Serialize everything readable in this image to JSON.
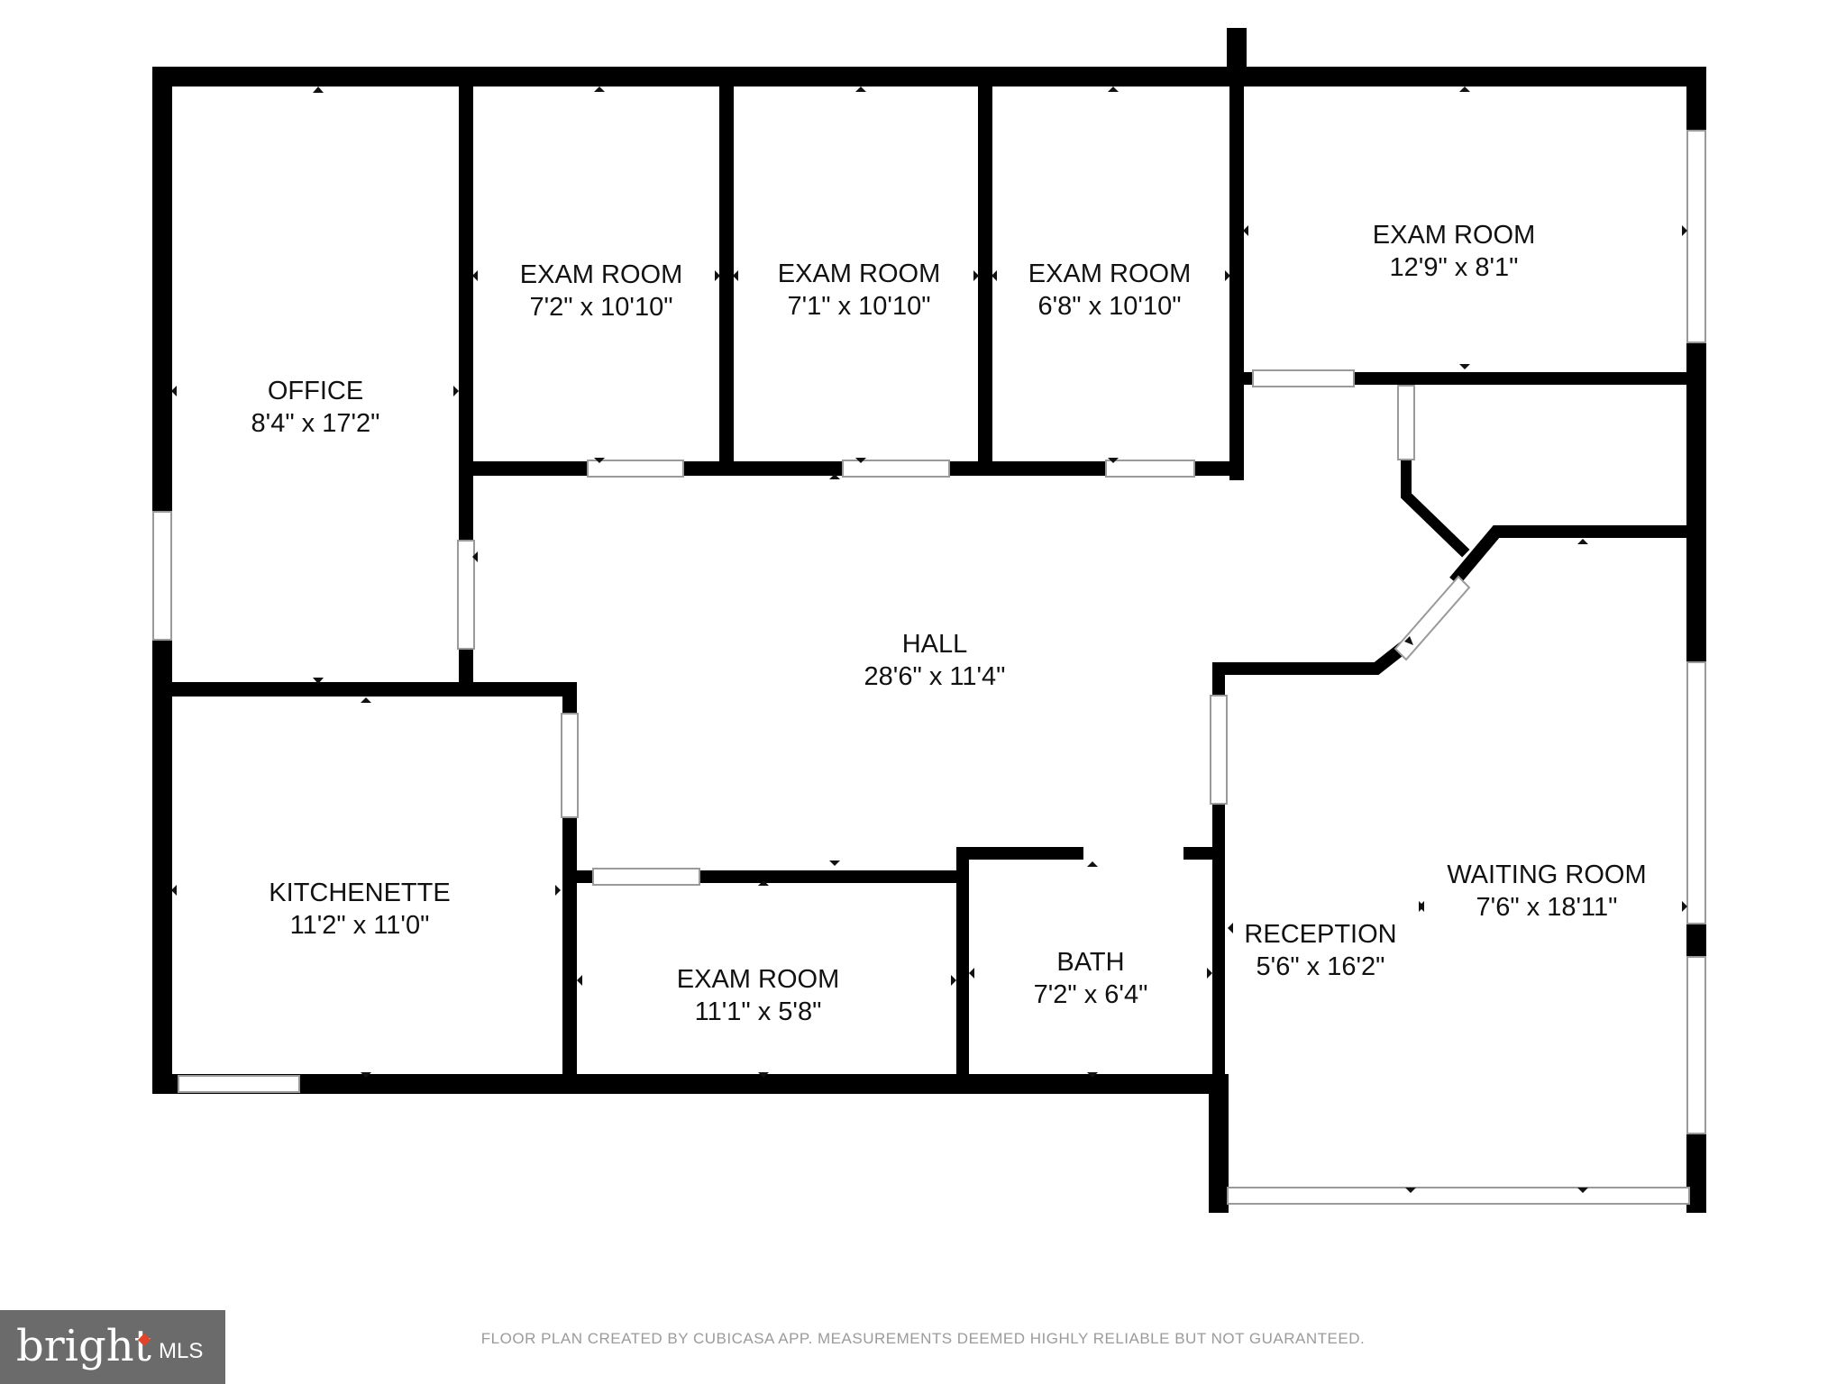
{
  "rooms": {
    "office": {
      "name": "OFFICE",
      "size": "8'4\" x 17'2\""
    },
    "exam1": {
      "name": "EXAM ROOM",
      "size": "7'2\" x 10'10\""
    },
    "exam2": {
      "name": "EXAM ROOM",
      "size": "7'1\" x 10'10\""
    },
    "exam3": {
      "name": "EXAM ROOM",
      "size": "6'8\" x 10'10\""
    },
    "exam4": {
      "name": "EXAM ROOM",
      "size": "12'9\" x 8'1\""
    },
    "hall": {
      "name": "HALL",
      "size": "28'6\" x 11'4\""
    },
    "kitchenette": {
      "name": "KITCHENETTE",
      "size": "11'2\" x 11'0\""
    },
    "exam5": {
      "name": "EXAM ROOM",
      "size": "11'1\" x 5'8\""
    },
    "bath": {
      "name": "BATH",
      "size": "7'2\" x 6'4\""
    },
    "reception": {
      "name": "RECEPTION",
      "size": "5'6\" x 16'2\""
    },
    "waiting": {
      "name": "WAITING ROOM",
      "size": "7'6\" x 18'11\""
    }
  },
  "footer": {
    "disclaimer": "FLOOR PLAN CREATED BY CUBICASA APP. MEASUREMENTS DEEMED HIGHLY RELIABLE BUT NOT GUARANTEED."
  },
  "logo": {
    "wordmark": "bright",
    "suffix": "MLS"
  }
}
